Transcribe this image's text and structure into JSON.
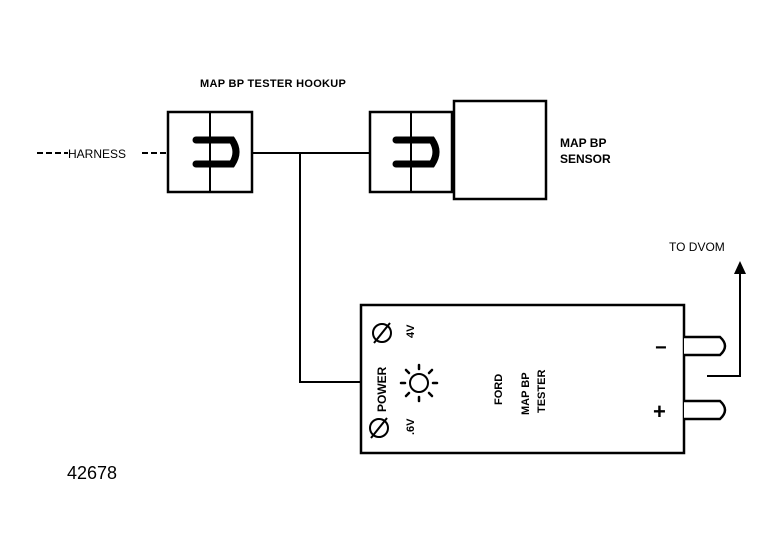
{
  "title": "MAP BP TESTER HOOKUP",
  "harness_label": "HARNESS",
  "sensor_label_line1": "MAP BP",
  "sensor_label_line2": "SENSOR",
  "dvom_label": "TO DVOM",
  "tester": {
    "power_label": "POWER",
    "low_voltage": ".6V",
    "high_voltage": "4V",
    "brand": "FORD",
    "name_line1": "MAP BP",
    "name_line2": "TESTER",
    "minus": "−",
    "plus": "+"
  },
  "figure_number": "42678"
}
